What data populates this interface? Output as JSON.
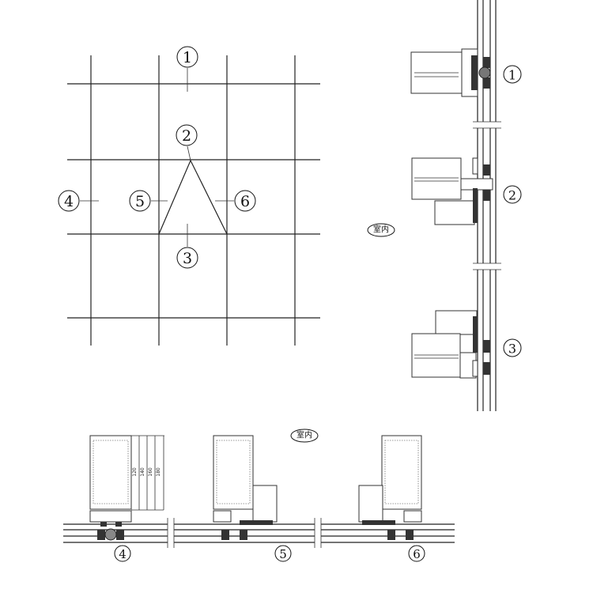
{
  "plan": {
    "labels": [
      "1",
      "2",
      "3",
      "4",
      "5",
      "6"
    ]
  },
  "vertical_sections": {
    "labels": [
      "1",
      "2",
      "3"
    ],
    "interior_tag": "室内"
  },
  "horizontal_sections": {
    "labels": [
      "4",
      "5",
      "6"
    ],
    "interior_tag": "室内",
    "dimensions": [
      "120",
      "140",
      "160",
      "180"
    ]
  }
}
